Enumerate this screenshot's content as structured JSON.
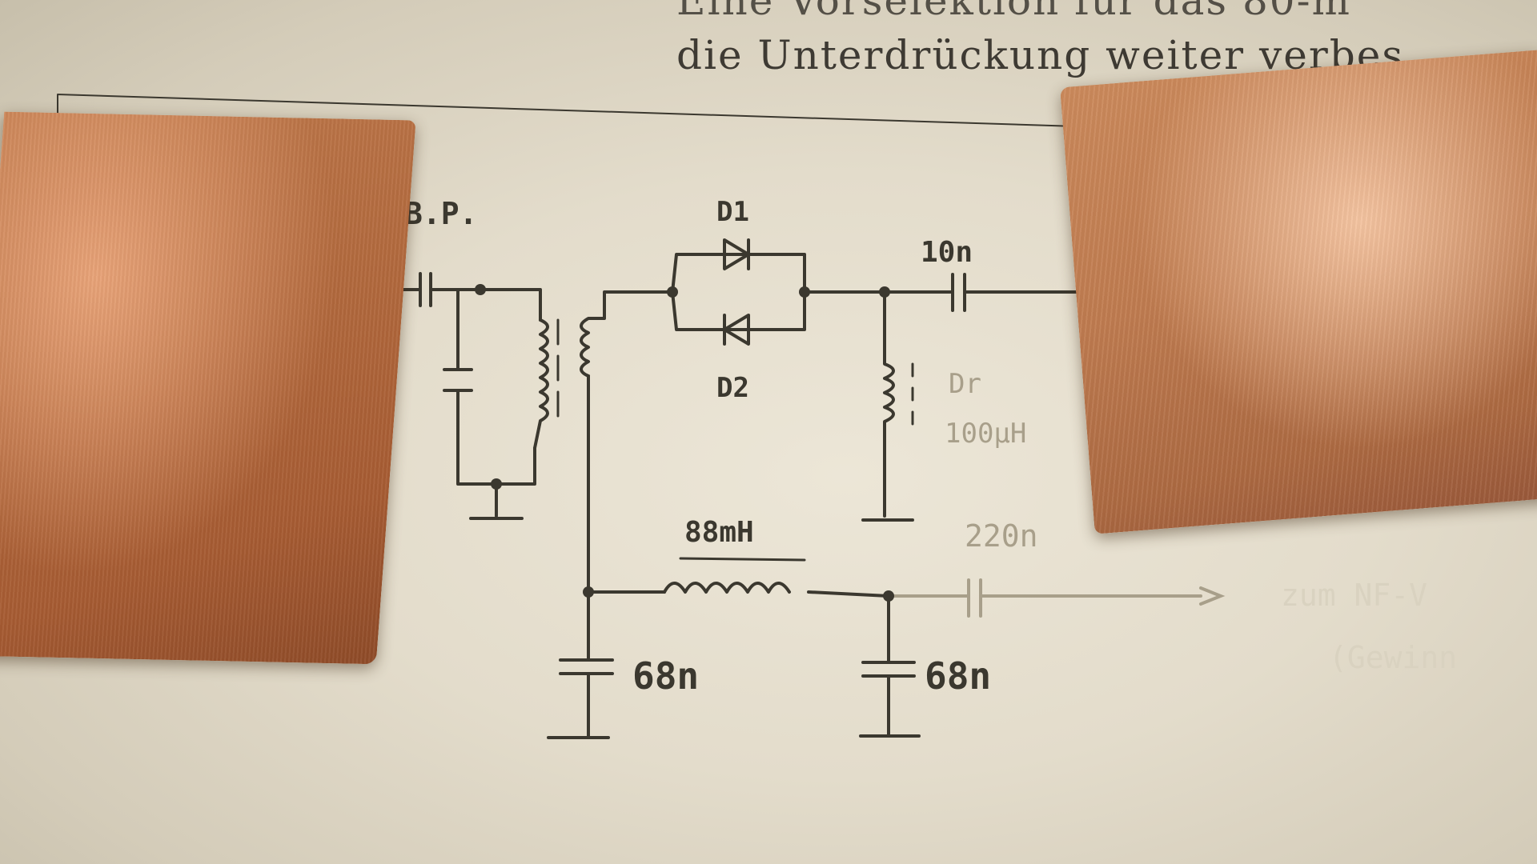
{
  "book_text": {
    "line1": "Eine Vorselektion für das 80-m",
    "line2": "die Unterdrückung weiter verbes"
  },
  "schematic_labels": {
    "bp": "B.P.",
    "d1": "D1",
    "d2": "D2",
    "cap_10n": "10n",
    "choke_name": "Dr",
    "choke_value": "100µH",
    "inductor_88mh": "88mH",
    "cap_220n": "220n",
    "cap_68n_left": "68n",
    "cap_68n_right": "68n",
    "output_to": "zum NF-V",
    "output_note": "(Gewinn"
  },
  "colors": {
    "paper": "#e8e2d3",
    "ink": "#3b382f",
    "copper": "#b36a3e"
  }
}
